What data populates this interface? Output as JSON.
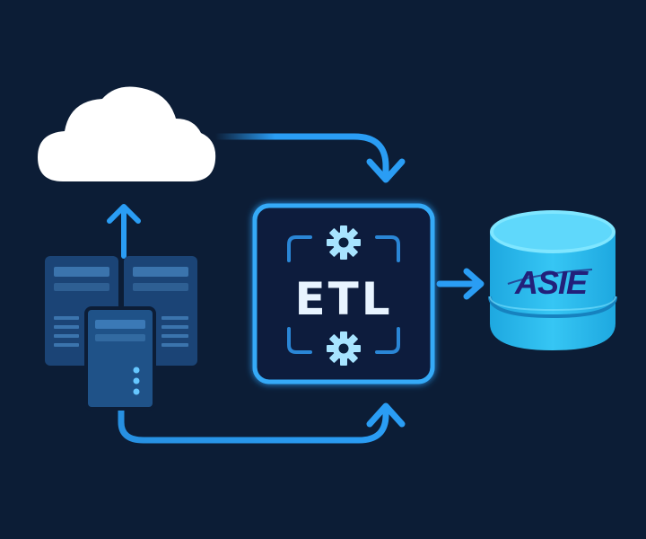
{
  "diagram": {
    "etl_label": "ETL",
    "database_logo": "ASIE",
    "nodes": [
      {
        "id": "cloud",
        "icon": "cloud-icon"
      },
      {
        "id": "servers",
        "icon": "server-rack-icon"
      },
      {
        "id": "etl",
        "icon": "gear-icon"
      },
      {
        "id": "database",
        "icon": "database-icon"
      }
    ],
    "edges": [
      {
        "from": "servers",
        "to": "cloud"
      },
      {
        "from": "cloud",
        "to": "etl"
      },
      {
        "from": "servers",
        "to": "etl"
      },
      {
        "from": "etl",
        "to": "database"
      }
    ],
    "colors": {
      "background": "#0c1d36",
      "accent": "#2a9df4",
      "cloud": "#ffffff",
      "server": "#1d4a7a",
      "database_top": "#62dcfb",
      "database_body": "#2ab8ec",
      "logo": "#22207a"
    }
  }
}
